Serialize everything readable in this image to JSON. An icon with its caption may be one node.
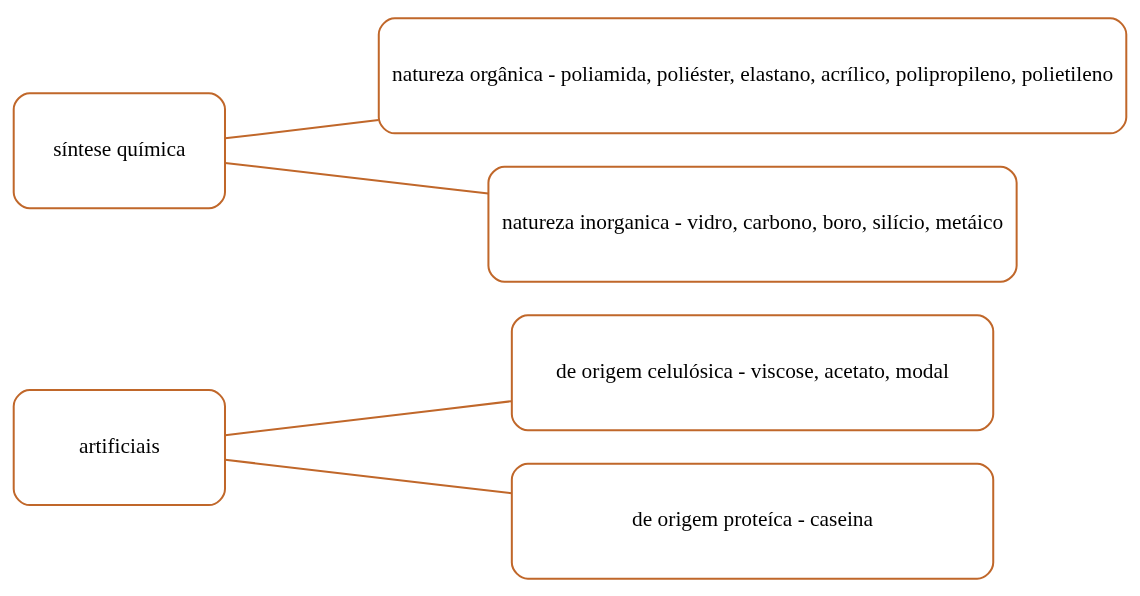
{
  "diagram": {
    "nodes": [
      {
        "text": [
          "artificiais"
        ]
      },
      {
        "text": [
          "de origem celulósica - viscose, acetato, modal"
        ]
      },
      {
        "text": [
          "de origem proteíca - caseina"
        ]
      },
      {
        "text": [
          "síntese química"
        ]
      },
      {
        "text": [
          "natureza orgânica - poliamida, poliéster, elastano, acrílico, polipropileno, polietileno"
        ]
      },
      {
        "text": [
          "natureza inorganica - vidro, carbono, boro, silício, metáico"
        ]
      }
    ],
    "edges": [
      {
        "from": 0,
        "to": 1,
        "arrow": "none"
      },
      {
        "from": 0,
        "to": 2,
        "arrow": "none"
      },
      {
        "from": 3,
        "to": 4,
        "arrow": "none"
      },
      {
        "from": 3,
        "to": 5,
        "arrow": "none"
      }
    ]
  }
}
